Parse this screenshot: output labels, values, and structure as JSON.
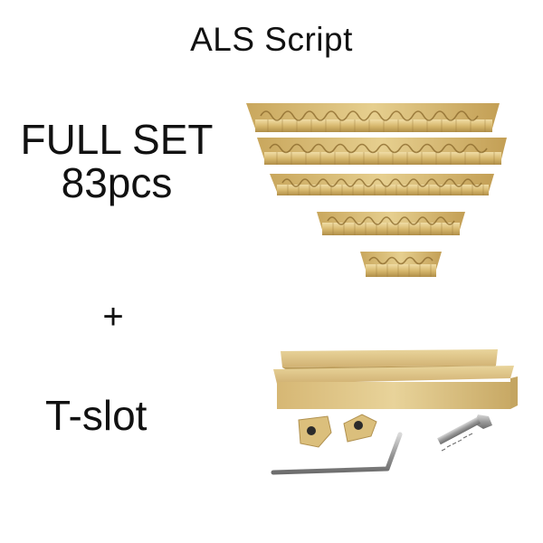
{
  "heading": {
    "title": "ALS Script"
  },
  "offer": {
    "set_label": "FULL SET",
    "piece_count": "83pcs",
    "plus_sign": "+",
    "accessory_label": "T-slot"
  },
  "colors": {
    "brass": "#d8b96f",
    "brass_light": "#ecd79c",
    "brass_dark": "#a8853e",
    "steel": "#9a9a9a"
  },
  "icons": {
    "letters_image": "brass-letter-stamp-set",
    "tslot_image": "brass-t-slot-holder-with-screw-and-hex-key"
  }
}
